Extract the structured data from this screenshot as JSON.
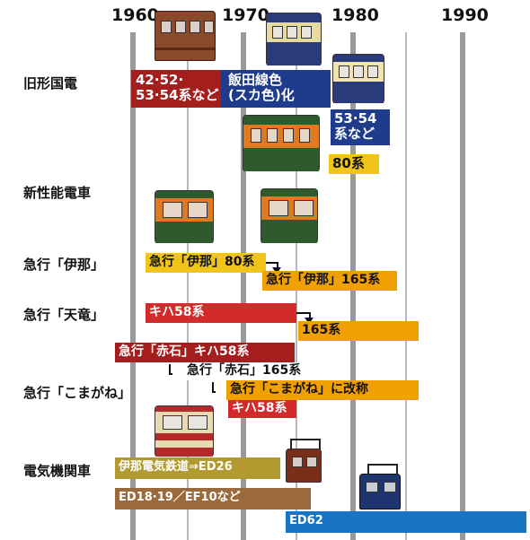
{
  "axis": {
    "years": [
      "1960",
      "1970",
      "1980",
      "1990"
    ]
  },
  "rows": {
    "kyugata": "旧形国電",
    "shinseino": "新性能電車",
    "ina": "急行「伊那」",
    "tenryu": "急行「天竜」",
    "komagane": "急行「こまがね」",
    "denki": "電気機関車"
  },
  "bars": {
    "kyugata_a_line1": "42·52·",
    "kyugata_a_line2": "53·54系など",
    "kyugata_b_line1": "飯田線色",
    "kyugata_b_line2": "(スカ色)化",
    "kyugata_c_line1": "53·54",
    "kyugata_c_line2": "系など",
    "kyugata_d": "80系",
    "ina_a": "急行「伊那」80系",
    "ina_b": "急行「伊那」165系",
    "tenryu_a": "キハ58系",
    "tenryu_b": "165系",
    "komagane_a": "急行「赤石」キハ58系",
    "komagane_b": "急行「赤石」165系",
    "komagane_c": "急行「こまがね」に改称",
    "komagane_d": "キハ58系",
    "denki_a": "伊那電気鉄道⇒ED26",
    "denki_b": "ED18·19／EF10など",
    "denki_c": "ED62"
  },
  "colors": {
    "red": "#a51e1e",
    "navy": "#1f3c8c",
    "yellow": "#f0c419",
    "orange": "#f0a000",
    "olive": "#b39a30",
    "brown": "#9a6a3c",
    "blue": "#1775c4"
  }
}
